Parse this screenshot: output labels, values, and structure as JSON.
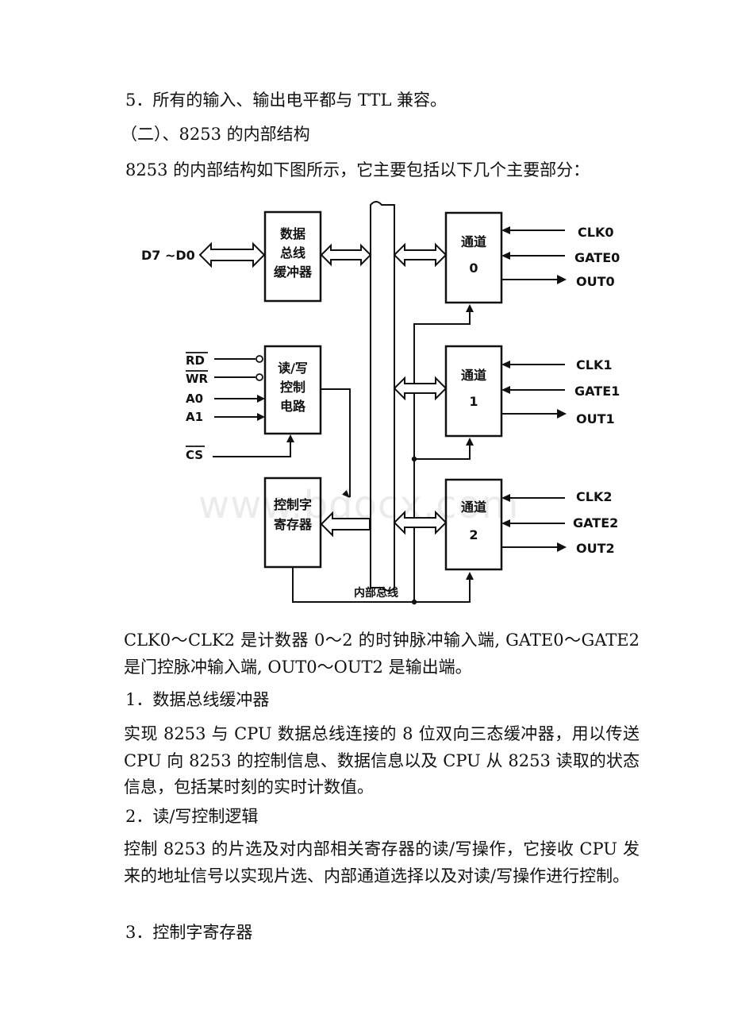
{
  "text": {
    "item5": "5．所有的输入、输出电平都与 TTL 兼容。",
    "section2": "（二）、8253 的内部结构",
    "intro": "8253 的内部结构如下图所示，它主要包括以下几个主要部分：",
    "clk_desc": "CLK0～CLK2 是计数器 0～2 的时钟脉冲输入端, GATE0～GATE2 是门控脉冲输入端, OUT0～OUT2 是输出端。",
    "h1": "1．数据总线缓冲器",
    "p1": "实现 8253 与 CPU 数据总线连接的 8 位双向三态缓冲器，用以传送 CPU 向 8253 的控制信息、数据信息以及 CPU 从 8253 读取的状态信息，包括某时刻的实时计数值。",
    "h2": "2．读/写控制逻辑",
    "p2": "控制 8253 的片选及对内部相关寄存器的读/写操作，它接收 CPU 发来的地址信号以实现片选、内部通道选择以及对读/写操作进行控制。",
    "h3": "3．控制字寄存器"
  },
  "diagram": {
    "data_bus_label": "D7 ~D0",
    "buffer_lines": [
      "数据",
      "总线",
      "缓冲器"
    ],
    "rw_lines": [
      "读/写",
      "控制",
      "电路"
    ],
    "ctrl_lines": [
      "控制字",
      "寄存器"
    ],
    "rw_inputs": [
      "RD",
      "WR",
      "A0",
      "A1"
    ],
    "cs_label": "CS",
    "bus_label": "内部总线",
    "channels": [
      {
        "name": "通道",
        "num": "0",
        "clk": "CLK0",
        "gate": "GATE0",
        "out": "OUT0"
      },
      {
        "name": "通道",
        "num": "1",
        "clk": "CLK1",
        "gate": "GATE1",
        "out": "OUT1"
      },
      {
        "name": "通道",
        "num": "2",
        "clk": "CLK2",
        "gate": "GATE2",
        "out": "OUT2"
      }
    ]
  },
  "watermark": "www.bdocx.com"
}
